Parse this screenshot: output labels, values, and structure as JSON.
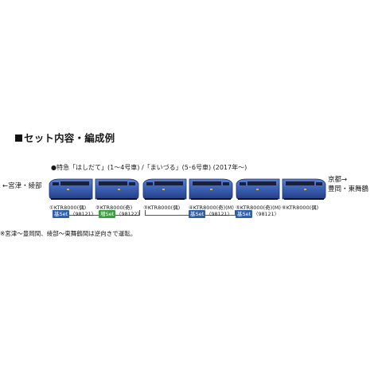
{
  "heading": "セット内容・編成例",
  "subtitle": "●特急「はしだて」(1〜4号車) /「まいづる」(5･6号車) (2017年〜)",
  "direction_left": "←宮津・綾部",
  "direction_right_line1": "京都→",
  "direction_right_line2": "豊岡・東舞鶴",
  "cars": [
    {
      "label": "①KTR8000(偶)"
    },
    {
      "label": "②KTR8000(奇)"
    },
    {
      "label": "③KTR8000(偶)"
    },
    {
      "label": "④KTR8000(奇)(M)"
    },
    {
      "label": "⑤KTR8000(奇)(M)"
    },
    {
      "label": "⑥KTR8000(偶)"
    }
  ],
  "sets": [
    {
      "badge": "基Set",
      "kit": "〈98121〉",
      "type": "base"
    },
    {
      "badge": "増Set",
      "kit": "〈98122〉",
      "type": "add"
    },
    {
      "badge": "基Set",
      "kit": "〈98121〉",
      "type": "base"
    },
    {
      "badge": "基Set",
      "kit": "〈98121〉",
      "type": "base"
    }
  ],
  "note": "※宮津〜豊岡間、綾部〜東舞鶴間は逆向きで運転。",
  "colors": {
    "car_body": "#3a5fb2",
    "car_dark": "#1d2f6b",
    "car_window": "#17213f",
    "base_badge": "#2f5fa9",
    "add_badge": "#3f9a44"
  }
}
